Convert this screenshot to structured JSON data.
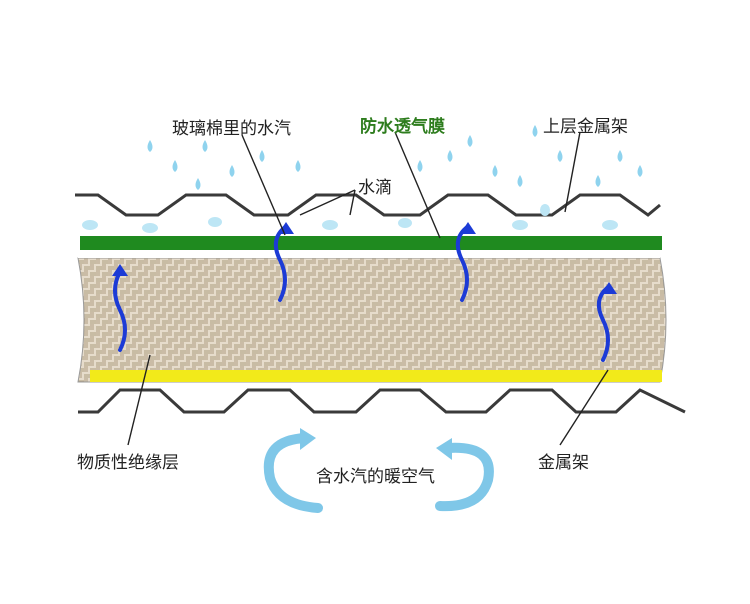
{
  "labels": {
    "glass_wool_vapor": "玻璃棉里的水汽",
    "waterproof_membrane": "防水透气膜",
    "upper_frame": "上层金属架",
    "water_drops": "水滴",
    "insulation_layer": "物质性绝缘层",
    "metal_frame": "金属架",
    "warm_air": "含水汽的暖空气"
  },
  "colors": {
    "membrane_green": "#1f8a1f",
    "vapor_barrier_yellow": "#f2ea1a",
    "insulation_fill": "#e6dccb",
    "weave_stroke": "#b7a88d",
    "vapor_arrow": "#1c3bd6",
    "drop_blue": "#8fd3ee",
    "air_arrow": "#7fc7e8",
    "frame_stroke": "#3a3a3a"
  }
}
